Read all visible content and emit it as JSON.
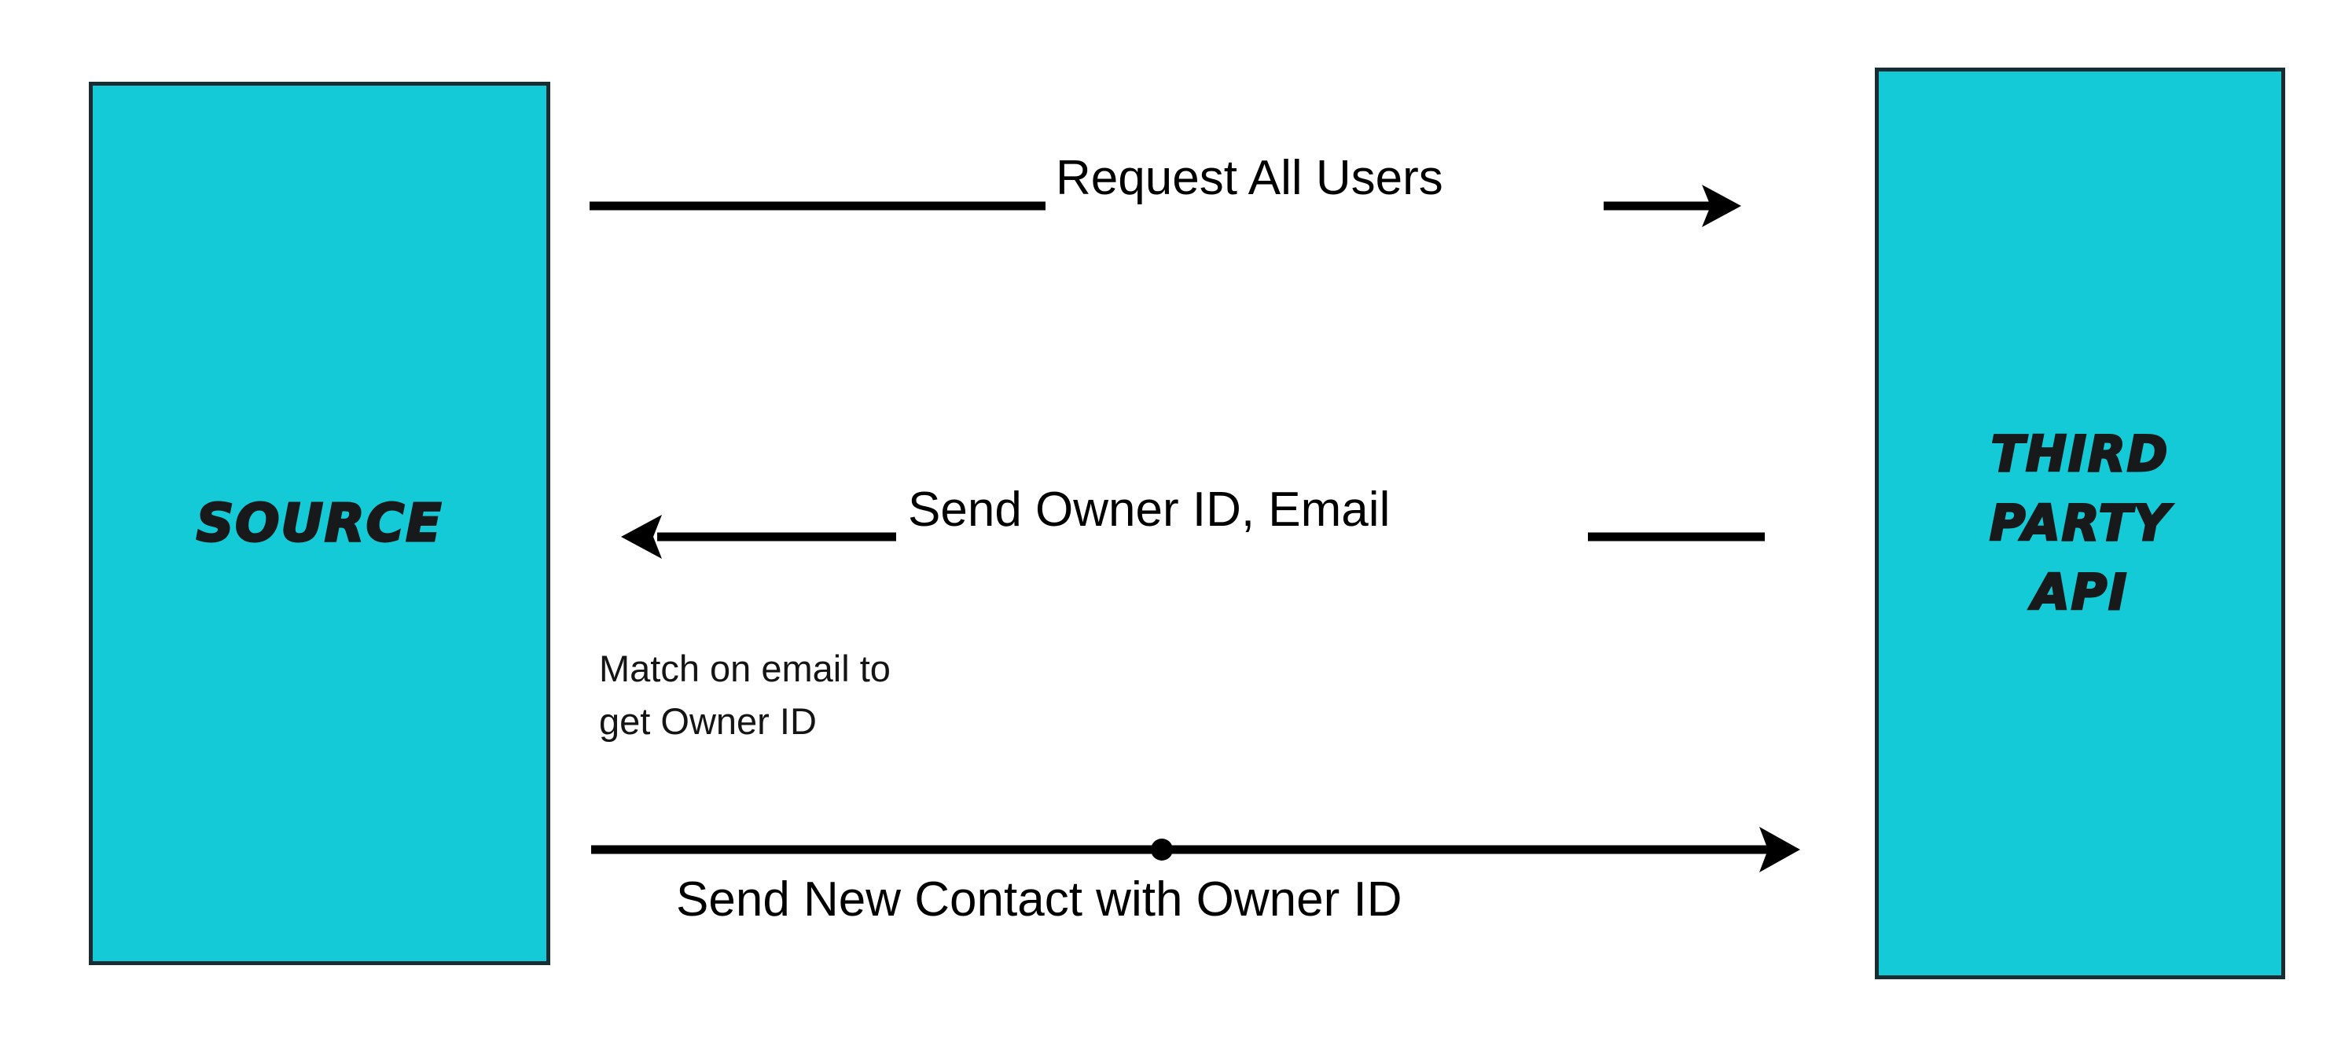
{
  "diagram": {
    "type": "sequence-diagram",
    "background_color": "#ffffff",
    "accent_color": "#13CAD6",
    "stroke_color": "#182c33",
    "line_color": "#000000",
    "entities": [
      {
        "id": "source",
        "label": "SOURCE",
        "lines": [
          "SOURCE"
        ],
        "fill": "#13CAD6",
        "border": "#182c33"
      },
      {
        "id": "third-party-api",
        "label": "THIRD PARTY API",
        "lines": [
          "Third",
          "Party",
          "API"
        ],
        "fill": "#13CAD6",
        "border": "#182c33"
      }
    ],
    "messages": [
      {
        "id": "request-all-users",
        "label": "Request All Users",
        "from": "source",
        "to": "third-party-api",
        "direction": "right"
      },
      {
        "id": "send-owner-id-email",
        "label": "Send Owner ID, Email",
        "from": "third-party-api",
        "to": "source",
        "direction": "left"
      },
      {
        "id": "send-new-contact",
        "label": "Send New Contact with Owner ID",
        "from": "source",
        "to": "third-party-api",
        "direction": "right",
        "has_midpoint_marker": true
      }
    ],
    "notes": [
      {
        "id": "match-on-email",
        "lines": [
          "Match on email to",
          "get Owner ID"
        ]
      }
    ]
  }
}
